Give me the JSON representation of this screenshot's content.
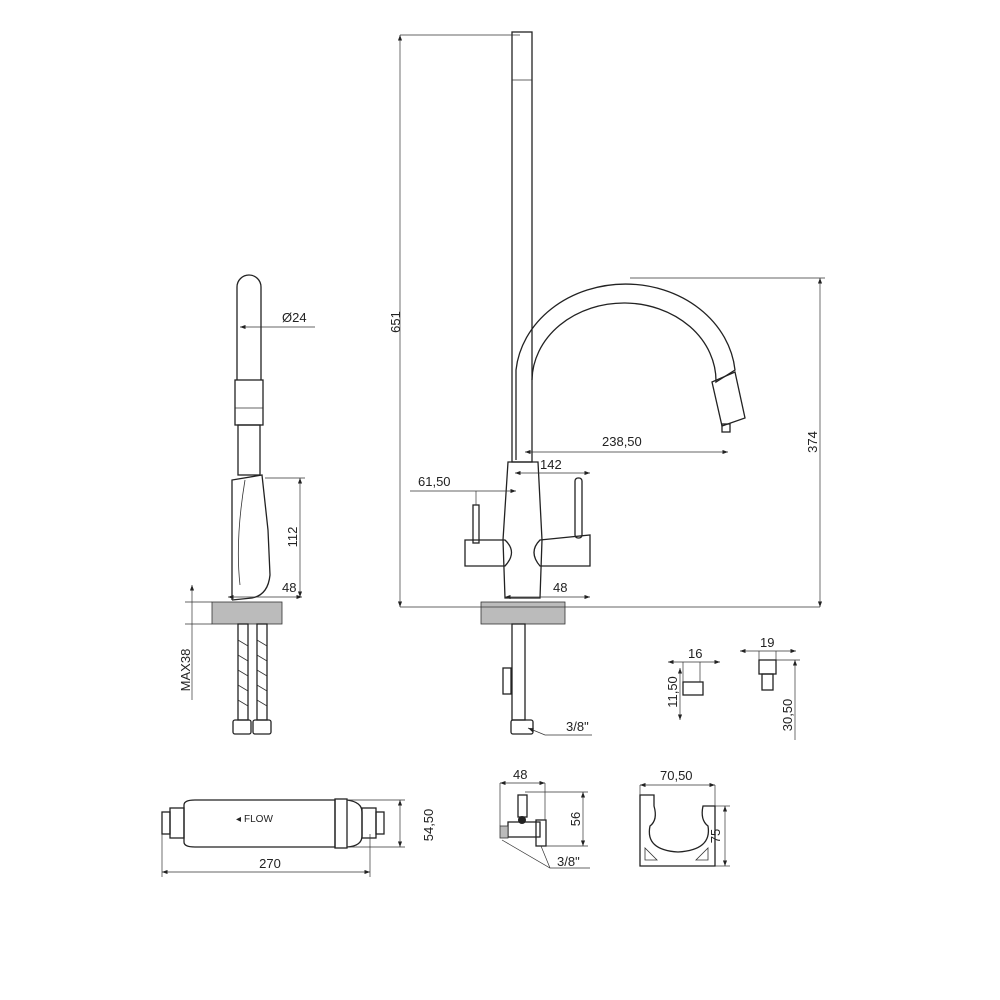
{
  "drawing": {
    "side_view": {
      "diameter": "Ø24",
      "handle_height": "112",
      "base_width": "48",
      "max_thickness": "MAX38"
    },
    "front_view": {
      "total_height": "651",
      "spout_height": "374",
      "spout_reach": "238,50",
      "handle_span": "142",
      "left_handle_offset": "61,50",
      "base_width": "48",
      "hose_thread": "3/8\""
    },
    "small_fitting_a": {
      "width": "16",
      "height": "11,50"
    },
    "small_fitting_b": {
      "width": "19",
      "height": "30,50"
    },
    "filter": {
      "flow_label": "FLOW",
      "diameter": "54,50",
      "length": "270"
    },
    "valve": {
      "width": "48",
      "height": "56",
      "thread": "3/8\""
    },
    "clip": {
      "width": "70,50",
      "height": "75"
    }
  }
}
